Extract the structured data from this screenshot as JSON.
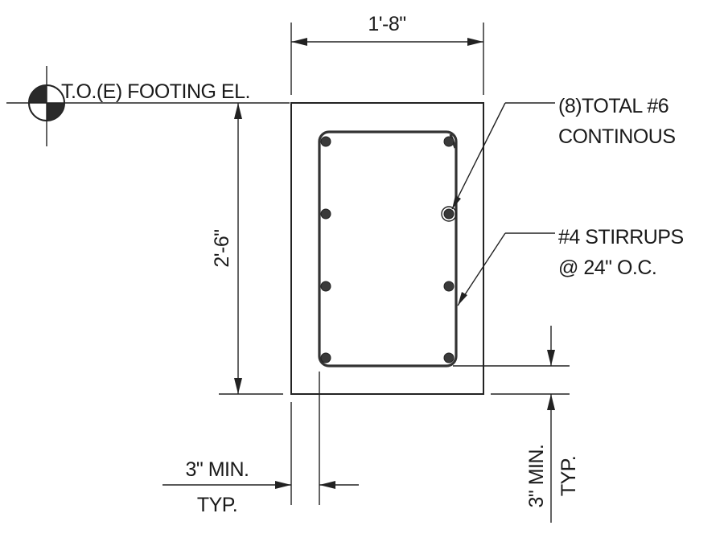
{
  "drawing": {
    "width_dimension": "1'-8\"",
    "height_dimension": "2'-6\"",
    "elevation_label": "T.O.(E) FOOTING EL.",
    "rebar_note": {
      "line1": "(8)TOTAL #6",
      "line2": "CONTINOUS"
    },
    "stirrup_note": {
      "line1": "#4 STIRRUPS",
      "line2": "@ 24\" O.C."
    },
    "cover_side": {
      "line1": "3\" MIN.",
      "line2": "TYP."
    },
    "cover_bottom": {
      "line1": "3\" MIN.",
      "line2": "TYP."
    }
  }
}
